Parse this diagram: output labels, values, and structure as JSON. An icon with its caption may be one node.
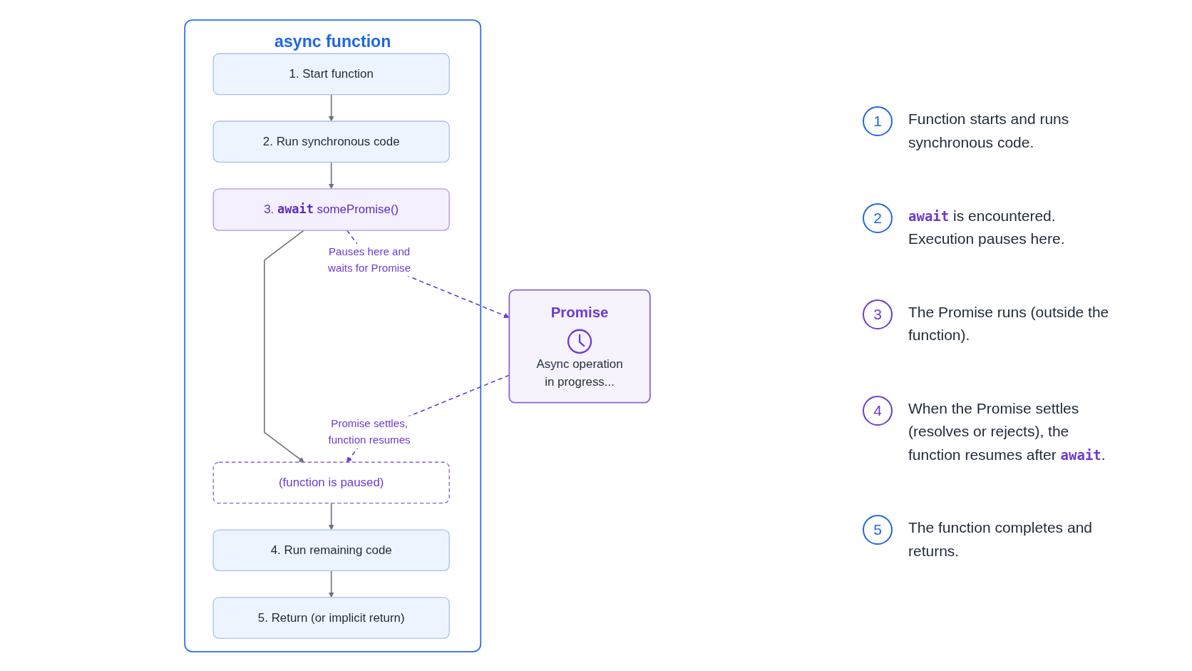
{
  "diagram": {
    "nodes": [
      {
        "text": [
          "async function"
        ]
      },
      {
        "text": [
          "1. Start function"
        ],
        "in": 0
      },
      {
        "text": [
          "2. Run synchronous code"
        ],
        "in": 0
      },
      {
        "text": [
          "3. **await** somePromise()"
        ],
        "in": 0
      },
      {
        "text": [
          "(function is paused)"
        ],
        "in": 0
      },
      {
        "text": [
          "4. Run remaining code"
        ],
        "in": 0
      },
      {
        "text": [
          "5. Return (or implicit return)"
        ],
        "in": 0
      },
      {
        "text": [
          "Promise",
          "Async operation in progress..."
        ]
      }
    ],
    "edges": [
      {
        "from": 1,
        "to": 2,
        "arrow": "to"
      },
      {
        "from": 2,
        "to": 3,
        "arrow": "to"
      },
      {
        "from": 3,
        "to": 4,
        "arrow": "to"
      },
      {
        "from": 4,
        "to": 5,
        "arrow": "to"
      },
      {
        "from": 5,
        "to": 6,
        "arrow": "to"
      },
      {
        "from": 3,
        "to": 7,
        "arrow": "to",
        "label": "Pauses here and waits for Promise",
        "style": "dashed",
        "color": "#6a3bd1"
      },
      {
        "from": 7,
        "to": 4,
        "arrow": "to",
        "label": "Promise settles, function resumes",
        "style": "dashed",
        "color": "#6a3bd1"
      }
    ],
    "labels": [
      "1",
      "Function starts and runs synchronous code.",
      "2",
      "**await** is encountered. Execution pauses here.",
      "3",
      "The Promise runs (outside the function).",
      "4",
      "When the Promise settles (resolves or rejects), the function resumes after **await**.",
      "5",
      "The function completes and returns."
    ]
  }
}
